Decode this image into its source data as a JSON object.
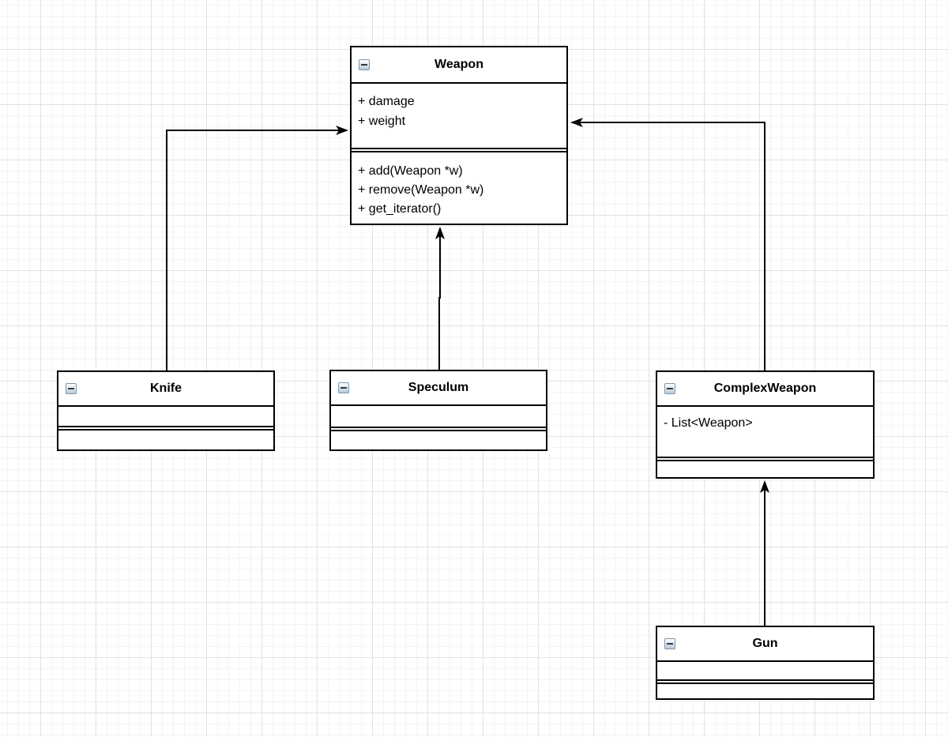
{
  "canvas": {
    "background_color": "#ffffff",
    "grid_minor_color": "#f4f4f4",
    "grid_major_color": "#e2e2e2",
    "stroke_color": "#000000"
  },
  "icons": {
    "collapse": "minus-square-icon"
  },
  "classes": [
    {
      "name": "Weapon",
      "attributes": [
        "+ damage",
        "+ weight"
      ],
      "methods": [
        "+ add(Weapon *w)",
        "+ remove(Weapon *w)",
        "+ get_iterator()"
      ]
    },
    {
      "name": "Knife",
      "attributes": [],
      "methods": []
    },
    {
      "name": "Speculum",
      "attributes": [],
      "methods": []
    },
    {
      "name": "ComplexWeapon",
      "attributes": [
        "- List<Weapon>"
      ],
      "methods": []
    },
    {
      "name": "Gun",
      "attributes": [],
      "methods": []
    }
  ],
  "relations": [
    {
      "from": "Knife",
      "to": "Weapon",
      "style": "solid-filled-arrow"
    },
    {
      "from": "Speculum",
      "to": "Weapon",
      "style": "solid-filled-arrow"
    },
    {
      "from": "ComplexWeapon",
      "to": "Weapon",
      "style": "solid-filled-arrow"
    },
    {
      "from": "Gun",
      "to": "ComplexWeapon",
      "style": "solid-filled-arrow"
    }
  ]
}
